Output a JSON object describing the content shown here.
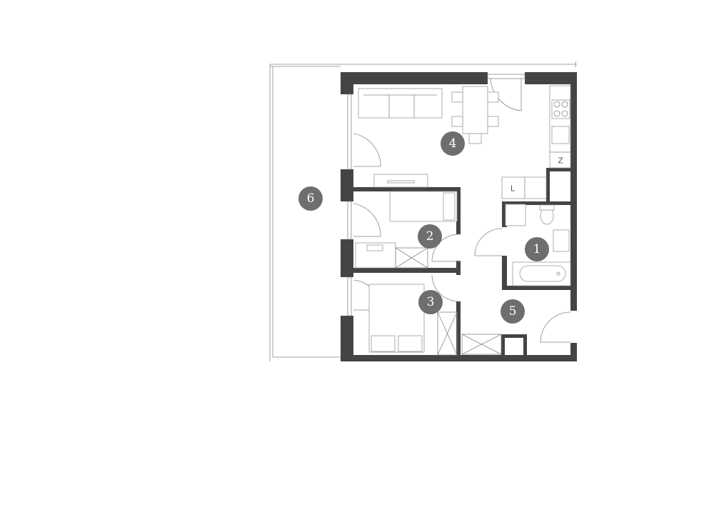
{
  "plan": {
    "rooms": [
      {
        "id": "1",
        "label": "1"
      },
      {
        "id": "2",
        "label": "2"
      },
      {
        "id": "3",
        "label": "3"
      },
      {
        "id": "4",
        "label": "4"
      },
      {
        "id": "5",
        "label": "5"
      },
      {
        "id": "6",
        "label": "6"
      }
    ],
    "fridge_label": "Z",
    "washer_label": "L",
    "colors": {
      "wall": "#444444",
      "badge": "#6e6e6e"
    }
  }
}
